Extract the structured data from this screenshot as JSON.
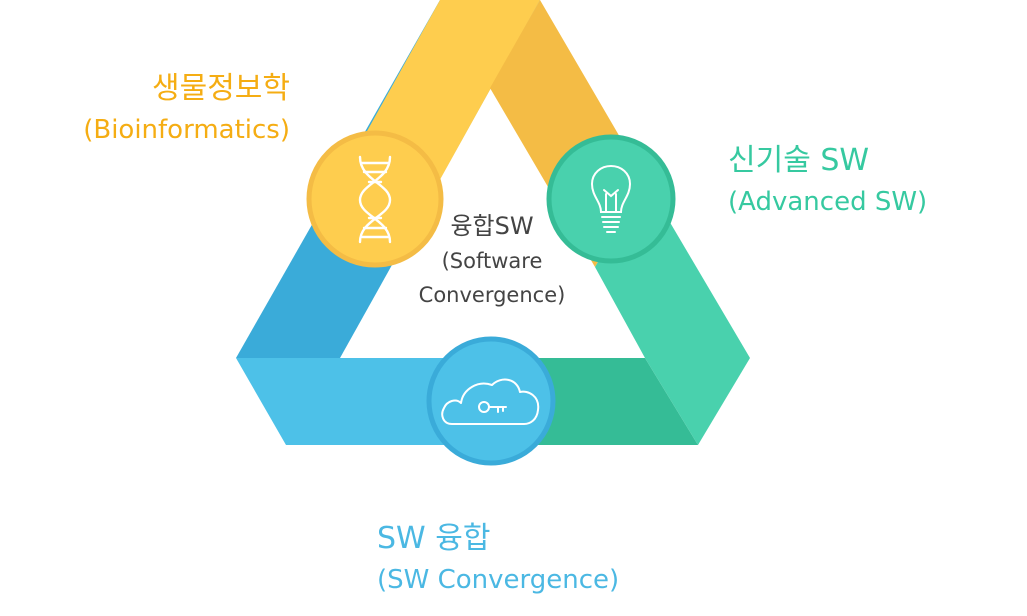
{
  "labels": {
    "bioinformatics": {
      "title": "생물정보학",
      "subtitle": "(Bioinformatics)"
    },
    "advanced_sw": {
      "title": "신기술 SW",
      "subtitle": "(Advanced SW)"
    },
    "sw_convergence": {
      "title": "SW 융합",
      "subtitle": "(SW Convergence)"
    },
    "center": {
      "title": "융합SW",
      "line2": "(Software",
      "line3": "Convergence)"
    }
  },
  "colors": {
    "yellow": "#fecd4e",
    "yellow_dark": "#f4bc45",
    "green": "#49d1ad",
    "green_dark": "#35bc96",
    "blue": "#4dc1e8",
    "blue_dark": "#3aabd9",
    "text_orange": "#f5ad13",
    "text_green": "#36c9a0",
    "text_blue": "#4bb8e3",
    "text_center": "#444444"
  },
  "icons": [
    "dna-icon",
    "lightbulb-icon",
    "cloud-key-icon"
  ]
}
